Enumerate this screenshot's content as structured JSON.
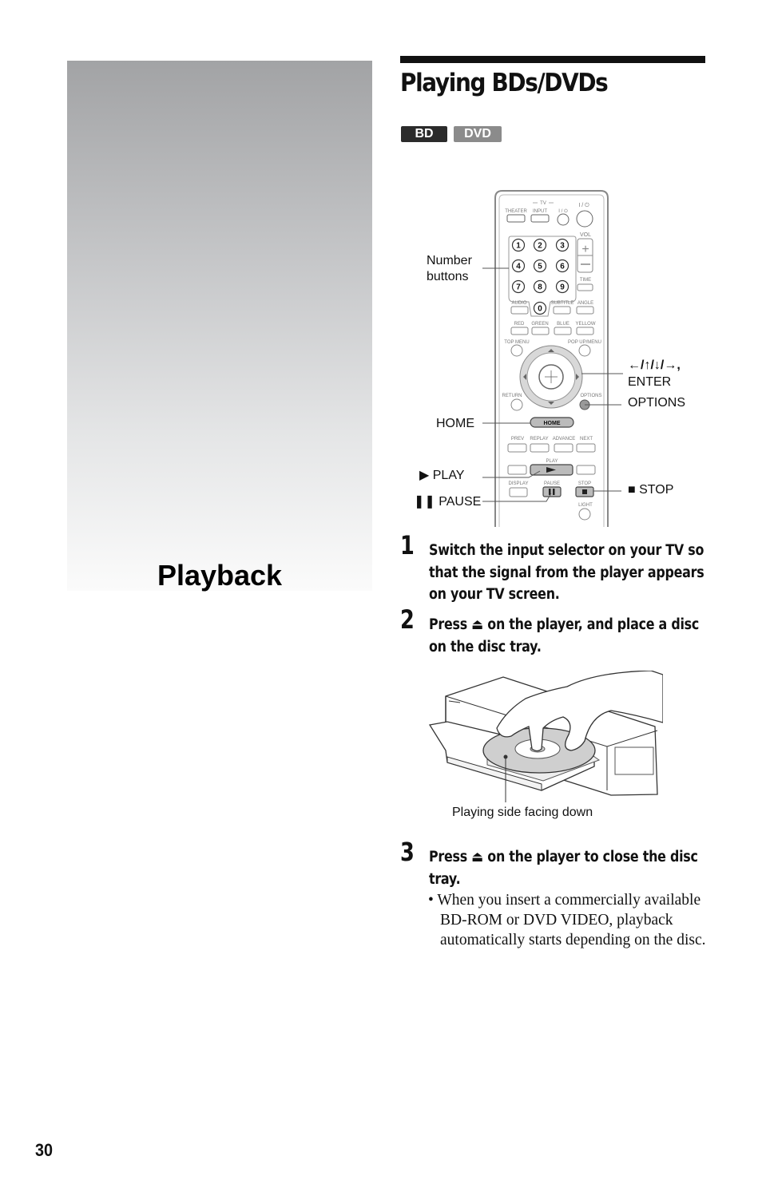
{
  "side": {
    "section_title": "Playback"
  },
  "heading": {
    "title": "Playing BDs/DVDs"
  },
  "badges": {
    "bd": "BD",
    "dvd": "DVD"
  },
  "remote": {
    "labels": {
      "tv": "TV",
      "power_tv": "I / ⏻",
      "power": "I / ⏻",
      "theater": "THEATER",
      "input": "INPUT",
      "vol": "VOL",
      "time": "TIME",
      "audio": "AUDIO",
      "subtitle": "SUBTITLE",
      "angle": "ANGLE",
      "red": "RED",
      "green": "GREEN",
      "blue": "BLUE",
      "yellow": "YELLOW",
      "top_menu": "TOP MENU",
      "pop_up_menu": "POP UP/MENU",
      "return": "RETURN",
      "options": "OPTIONS",
      "home": "HOME",
      "prev": "PREV",
      "replay": "REPLAY",
      "advance": "ADVANCE",
      "next": "NEXT",
      "play": "PLAY",
      "display": "DISPLAY",
      "pause": "PAUSE",
      "stop": "STOP",
      "light": "LIGHT"
    },
    "digits": [
      "1",
      "2",
      "3",
      "4",
      "5",
      "6",
      "7",
      "8",
      "9",
      "0"
    ]
  },
  "callouts": {
    "number_buttons_1": "Number",
    "number_buttons_2": "buttons",
    "arrows": "←/↑/↓/→,",
    "enter": "ENTER",
    "options": "OPTIONS",
    "home": "HOME",
    "play": "▶ PLAY",
    "pause": "❚❚ PAUSE",
    "stop": "■ STOP"
  },
  "steps": [
    {
      "num": "1",
      "text": "Switch the input selector on your TV so that the signal from the player appears on your TV screen."
    },
    {
      "num": "2",
      "text": "Press ⏏ on the player, and place a disc on the disc tray."
    },
    {
      "num": "3",
      "text": "Press ⏏ on the player to close the disc tray."
    }
  ],
  "illustration": {
    "caption": "Playing side facing down"
  },
  "note": "When you insert a commercially available BD-ROM or DVD VIDEO, playback automatically starts depending on the disc.",
  "footer": {
    "page_number": "30"
  }
}
